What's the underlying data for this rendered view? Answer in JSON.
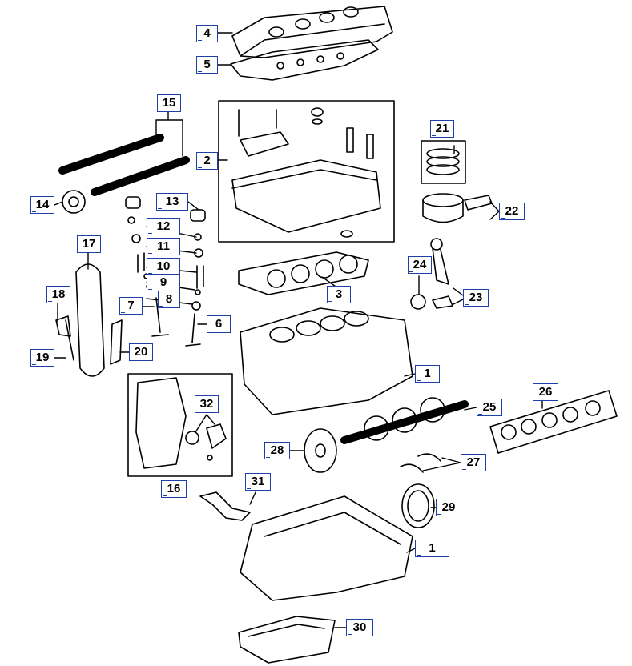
{
  "colors": {
    "callout_border": "#1f3fa8",
    "line": "#000000",
    "background": "#ffffff"
  },
  "callouts": {
    "c1a": "1",
    "c1b": "1",
    "c2": "2",
    "c3": "3",
    "c4": "4",
    "c5": "5",
    "c6": "6",
    "c7": "7",
    "c8": "8",
    "c9": "9",
    "c10": "10",
    "c11": "11",
    "c12": "12",
    "c13": "13",
    "c14": "14",
    "c15": "15",
    "c16": "16",
    "c17": "17",
    "c18": "18",
    "c19": "19",
    "c20": "20",
    "c21": "21",
    "c22": "22",
    "c23": "23",
    "c24": "24",
    "c25": "25",
    "c26": "26",
    "c27": "27",
    "c28": "28",
    "c29": "29",
    "c30": "30",
    "c31": "31",
    "c32": "32"
  }
}
